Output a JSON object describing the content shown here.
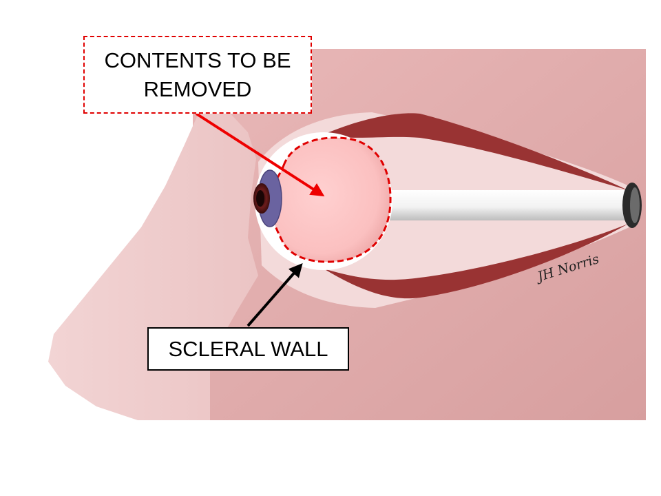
{
  "labels": {
    "contents": "CONTENTS TO BE REMOVED",
    "scleral_wall": "SCLERAL WALL"
  },
  "signature": "JH Norris",
  "colors": {
    "skin_dark": "#d9a5a5",
    "skin_light": "#f0d6d6",
    "orbit": "#f3dada",
    "muscle": "#993333",
    "globe": "#fcc6c6",
    "sclera": "#ffffff",
    "iris": "#6a63a0",
    "dash_red": "#e00000",
    "arrow_red": "#ee0000",
    "arrow_black": "#000000"
  }
}
